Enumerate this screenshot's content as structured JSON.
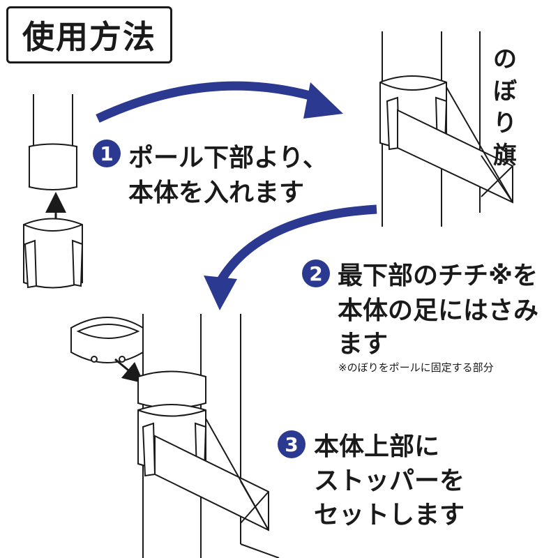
{
  "title": "使用方法",
  "flag_label": [
    "の",
    "ぼ",
    "り",
    "旗"
  ],
  "steps": [
    {
      "number": "1",
      "lines": [
        "ポール下部より、",
        "本体を入れます"
      ]
    },
    {
      "number": "2",
      "lines": [
        "最下部のチチ※を",
        "本体の足にはさみ",
        "ます"
      ],
      "note": "※のぼりをポールに固定する部分"
    },
    {
      "number": "3",
      "lines": [
        "本体上部に",
        "ストッパーを",
        "セットします"
      ]
    }
  ],
  "colors": {
    "arrow": "#2b3990",
    "badge": "#2b3990",
    "line": "#1a1a1a"
  }
}
